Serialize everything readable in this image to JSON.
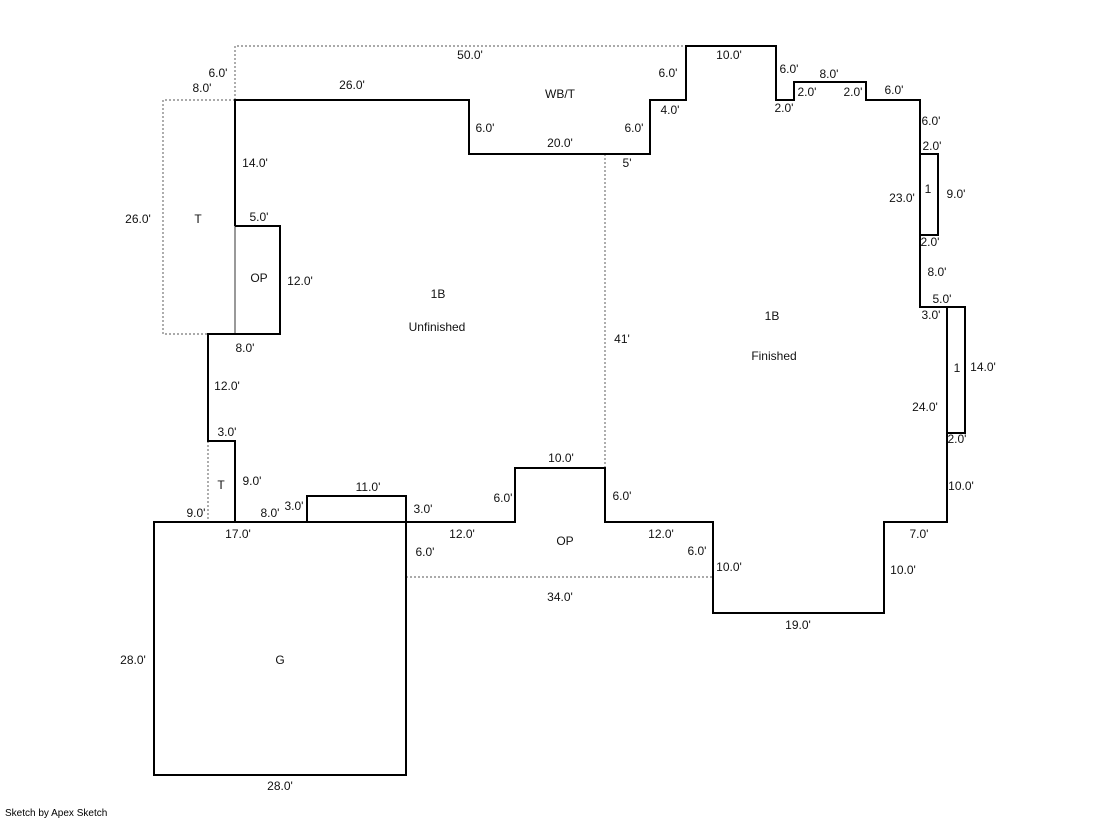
{
  "areas": [
    "WB/T",
    "T",
    "OP",
    "1B",
    "Unfinished",
    "1B",
    "Finished",
    "1",
    "1",
    "T",
    "OP",
    "G"
  ],
  "dims": [
    "50.0'",
    "6.0'",
    "8.0'",
    "26.0'",
    "6.0'",
    "20.0'",
    "6.0'",
    "4.0'",
    "6.0'",
    "10.0'",
    "6.0'",
    "2.0'",
    "2.0'",
    "8.0'",
    "2.0'",
    "6.0'",
    "6.0'",
    "2.0'",
    "23.0'",
    "9.0'",
    "2.0'",
    "8.0'",
    "5.0'",
    "3.0'",
    "14.0'",
    "24.0'",
    "2.0'",
    "10.0'",
    "7.0'",
    "10.0'",
    "19.0'",
    "10.0'",
    "6.0'",
    "12.0'",
    "6.0'",
    "10.0'",
    "41'",
    "5'",
    "6.0'",
    "12.0'",
    "3.0'",
    "6.0'",
    "34.0'",
    "11.0'",
    "3.0'",
    "8.0'",
    "9.0'",
    "17.0'",
    "9.0'",
    "3.0'",
    "12.0'",
    "8.0'",
    "12.0'",
    "5.0'",
    "14.0'",
    "26.0'",
    "28.0'",
    "28.0'"
  ],
  "footer": "Sketch by Apex Sketch"
}
